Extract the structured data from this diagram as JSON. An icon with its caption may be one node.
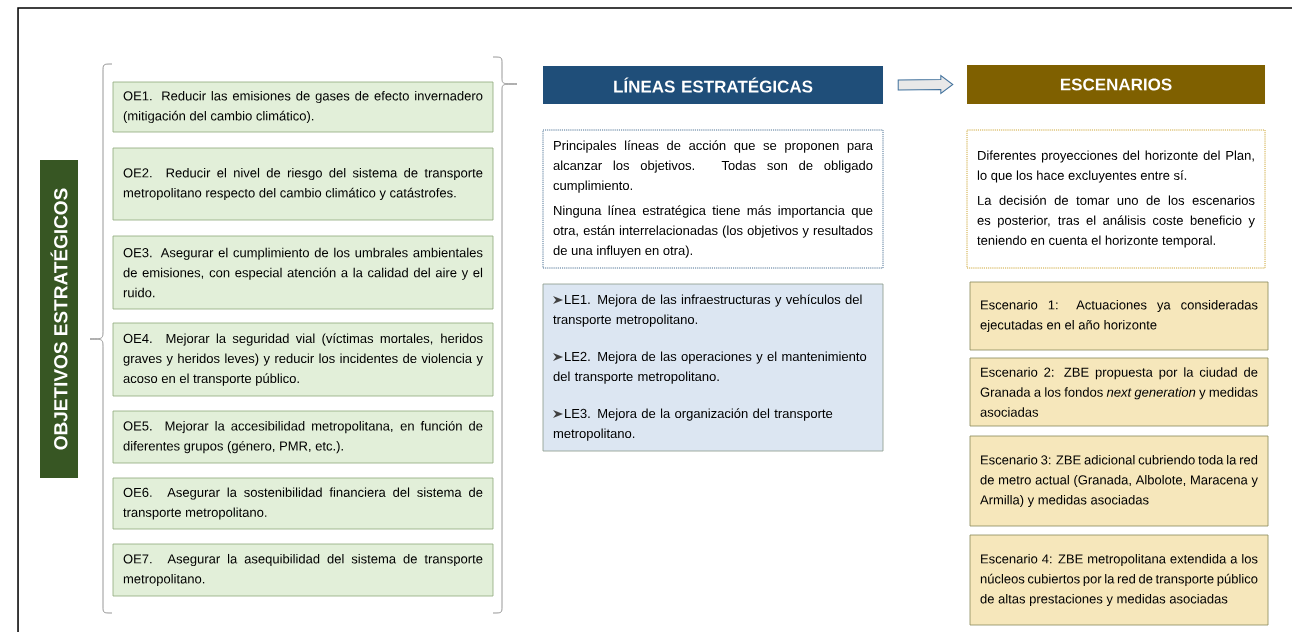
{
  "diagram": {
    "nodes": [
      {
        "text": [
          "OBJETIVOS ESTRATÉGICOS"
        ]
      },
      {
        "text": [
          "OE1. Reducir las emisiones de gases de efecto invernadero (mitigación del cambio climático)."
        ]
      },
      {
        "text": [
          "OE2. Reducir el nivel de riesgo del sistema de transporte metropolitano respecto del cambio climático y catástrofes."
        ]
      },
      {
        "text": [
          "OE3. Asegurar el cumplimiento de los umbrales ambientales de emisiones, con especial atención a la calidad del aire y el ruido."
        ]
      },
      {
        "text": [
          "OE4. Mejorar la seguridad vial (víctimas mortales, heridos graves y heridos leves) y reducir los incidentes de violencia y acoso en el transporte público."
        ]
      },
      {
        "text": [
          "OE5. Mejorar la accesibilidad metropolitana, en función de diferentes grupos (género, PMR, etc.)."
        ]
      },
      {
        "text": [
          "OE6. Asegurar la sostenibilidad financiera del sistema de transporte metropolitano."
        ]
      },
      {
        "text": [
          "OE7. Asegurar la asequibilidad del sistema de transporte metropolitano."
        ]
      },
      {
        "text": [
          "LÍNEAS ESTRATÉGICAS"
        ]
      },
      {
        "text": [
          "Principales líneas de acción que se proponen para alcanzar los objetivos. Todas son de obligado cumplimiento.",
          "Ninguna línea estratégica tiene más importancia que otra, están interrelacionadas (los objetivos y resultados de una influyen en otra)."
        ]
      },
      {
        "text": [
          "LE1. Mejora de las infraestructuras y vehículos del transporte metropolitano.",
          "LE2. Mejora de las operaciones y el mantenimiento del transporte metropolitano.",
          "LE3. Mejora de la organización del transporte metropolitano."
        ]
      },
      {
        "text": [
          "ESCENARIOS"
        ]
      },
      {
        "text": [
          "Diferentes proyecciones del horizonte del Plan, lo que los hace excluyentes entre sí.",
          "La decisión de tomar uno de los escenarios es posterior, tras el análisis coste beneficio y teniendo en cuenta el horizonte temporal."
        ]
      },
      {
        "text": [
          "Escenario 1: Actuaciones ya consideradas ejecutadas en el año horizonte"
        ]
      },
      {
        "text": [
          "Escenario 2: ZBE propuesta por la ciudad de Granada a los fondos *next generation* y medidas asociadas"
        ]
      },
      {
        "text": [
          "Escenario 3: ZBE adicional cubriendo toda la red de metro actual (Granada, Albolote, Maracena y Armilla) y medidas asociadas"
        ]
      },
      {
        "text": [
          "Escenario 4: ZBE metropolitana extendida a los núcleos cubiertos por la red de transporte público de altas prestaciones y medidas asociadas"
        ]
      }
    ],
    "edges": [
      {
        "from": 8,
        "to": 11,
        "arrow": "to"
      }
    ]
  }
}
